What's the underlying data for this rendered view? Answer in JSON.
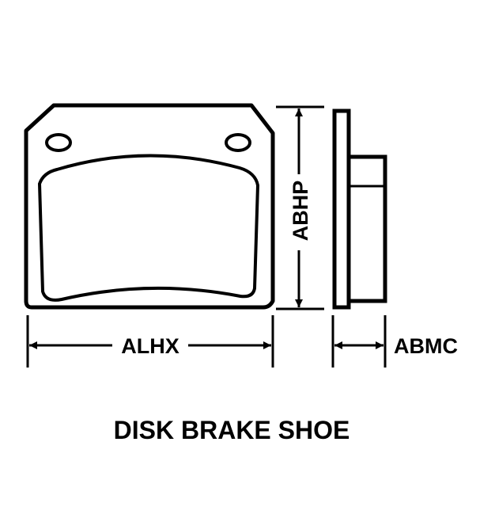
{
  "diagram": {
    "title": "DISK BRAKE SHOE",
    "dimensions": {
      "width": "ALHX",
      "height": "ABHP",
      "thickness": "ABMC"
    }
  }
}
